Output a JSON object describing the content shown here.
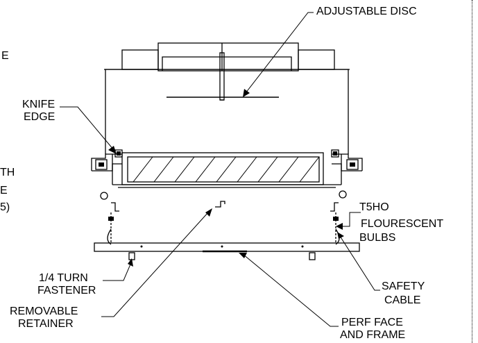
{
  "labels": {
    "adjustable_disc": "ADJUSTABLE DISC",
    "knife_edge_line1": "KNIFE",
    "knife_edge_line2": "EDGE",
    "t5ho_line1": "T5HO",
    "t5ho_line2": "FLOURESCENT",
    "t5ho_line3": "BULBS",
    "turn_fastener_line1": "1/4 TURN",
    "turn_fastener_line2": "FASTENER",
    "removable_line1": "REMOVABLE",
    "removable_line2": "RETAINER",
    "safety_line1": "SAFETY",
    "safety_line2": "CABLE",
    "perf_line1": "PERF FACE",
    "perf_line2": "AND FRAME",
    "cut_left_1": "E",
    "cut_left_2": "TH",
    "cut_left_3": "E",
    "cut_left_4": "5)"
  }
}
